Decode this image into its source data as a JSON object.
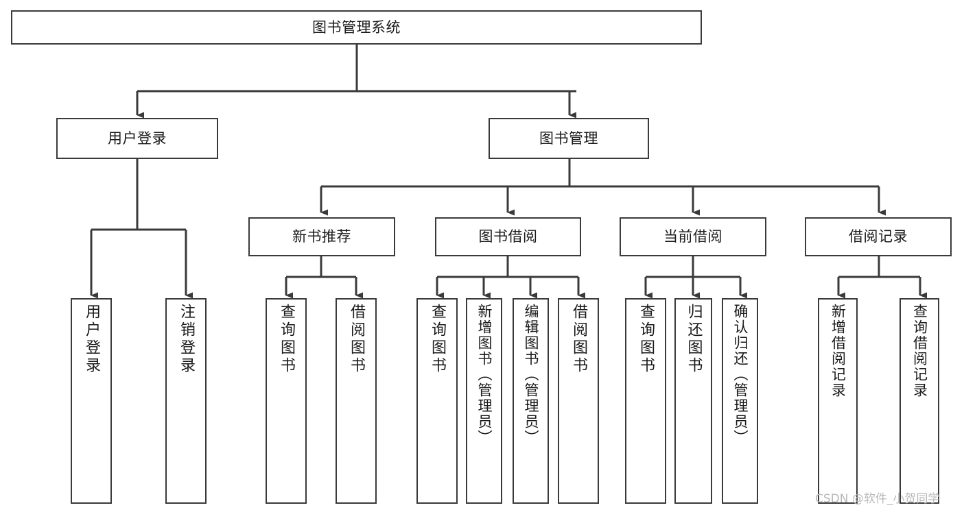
{
  "diagram": {
    "title": "图书管理系统",
    "watermark": "CSDN @软件_小贺同学",
    "colors": {
      "background": "#ffffff",
      "stroke": "#3a3a3a",
      "text": "#1a1a1a",
      "watermark": "#b9b9b9"
    },
    "root": {
      "label": "图书管理系统"
    },
    "level1": [
      {
        "label": "用户登录"
      },
      {
        "label": "图书管理"
      }
    ],
    "level2": [
      {
        "label": "新书推荐"
      },
      {
        "label": "图书借阅"
      },
      {
        "label": "当前借阅"
      },
      {
        "label": "借阅记录"
      }
    ],
    "leaves": [
      {
        "label": "用户登录"
      },
      {
        "label": "注销登录"
      },
      {
        "label": "查询图书"
      },
      {
        "label": "借阅图书"
      },
      {
        "label": "查询图书"
      },
      {
        "label": "新增图书（管理员）"
      },
      {
        "label": "编辑图书（管理员）"
      },
      {
        "label": "借阅图书"
      },
      {
        "label": "查询图书"
      },
      {
        "label": "归还图书"
      },
      {
        "label": "确认归还（管理员）"
      },
      {
        "label": "新增借阅记录"
      },
      {
        "label": "查询借阅记录"
      }
    ]
  }
}
